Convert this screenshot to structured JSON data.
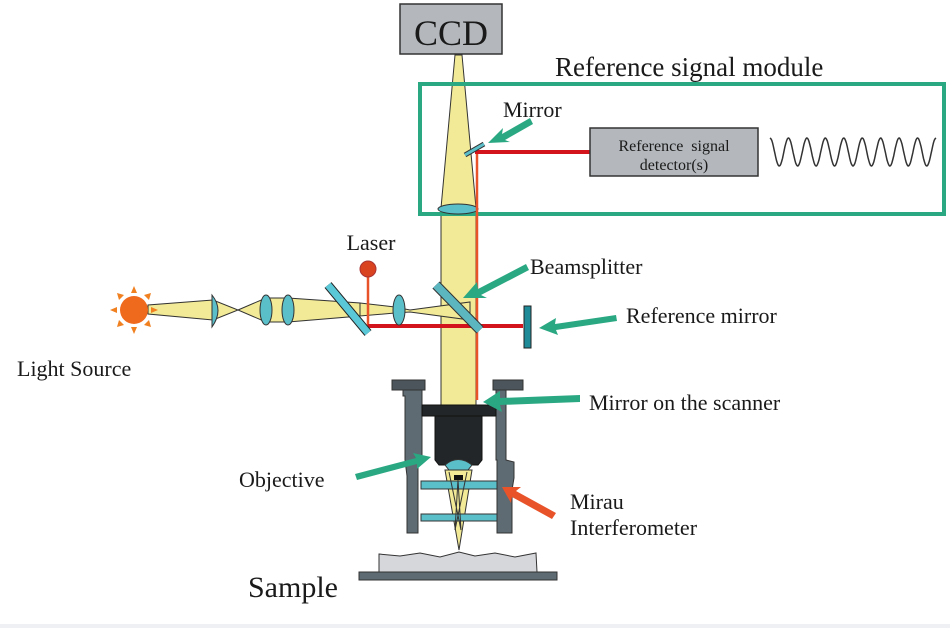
{
  "diagram": {
    "title": "Mirau interferometer with reference signal module",
    "labels": {
      "ccd": "CCD",
      "reference_module": "Reference signal module",
      "mirror": "Mirror",
      "detector_line1": "Reference  signal",
      "detector_line2": "detector(s)",
      "laser": "Laser",
      "beamsplitter": "Beamsplitter",
      "reference_mirror": "Reference mirror",
      "light_source": "Light Source",
      "mirror_scanner": "Mirror on the scanner",
      "objective": "Objective",
      "mirau_line1": "Mirau",
      "mirau_line2": "Interferometer",
      "sample": "Sample"
    },
    "colors": {
      "module_border": "#2aa882",
      "arrow_green": "#2aa882",
      "arrow_red": "#e8532a",
      "laser_beam": "#d4141c",
      "light_beam": "#f2ea96",
      "optic": "#5bbfca",
      "sun": "#f06a1e",
      "box_gray": "#b4b8bc",
      "housing": "#5e6b72",
      "objective_body": "#222628"
    },
    "signal_waveform": {
      "cycles": 9
    }
  }
}
